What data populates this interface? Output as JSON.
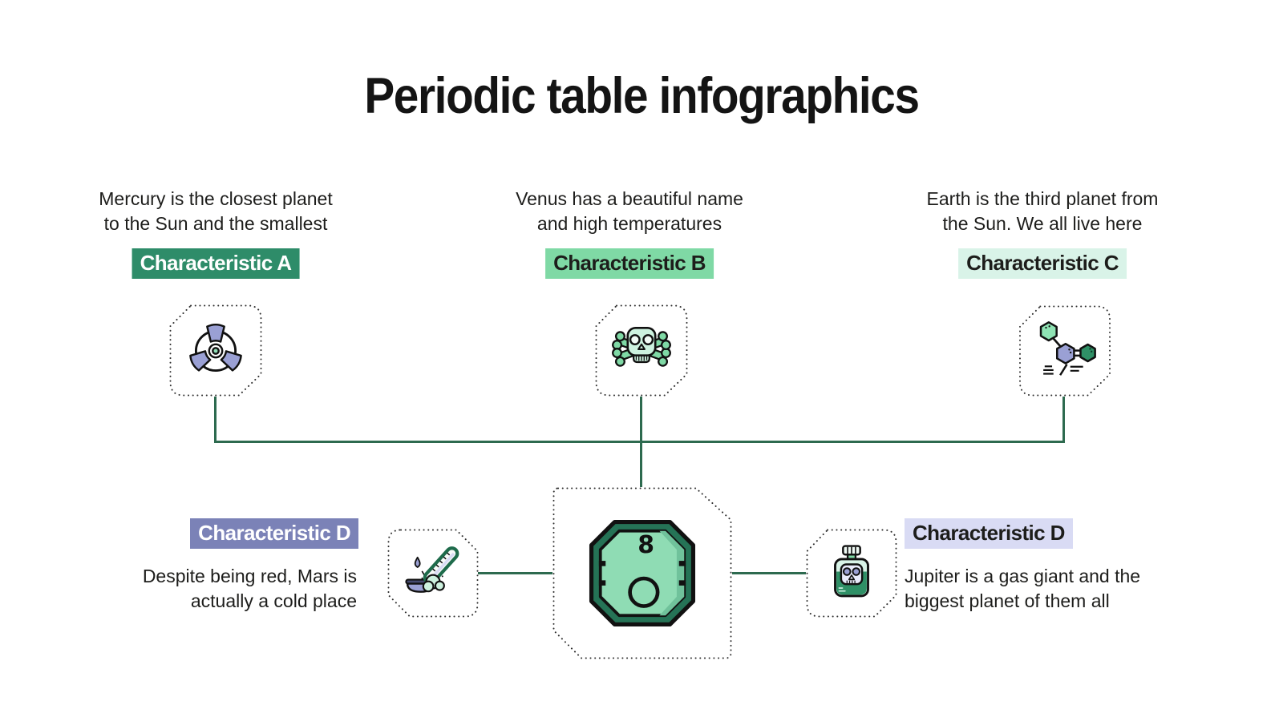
{
  "title": "Periodic table infographics",
  "palette": {
    "label_dark_green": "#2e8c69",
    "label_mid_green": "#7fd9a5",
    "label_light_green": "#d9f3e8",
    "label_purple": "#7b82b7",
    "label_light_purple": "#d9dbf4",
    "connector_green": "#2d6a4f",
    "text_color": "#1d1d1b",
    "icon_purple": "#9aa0d4",
    "icon_mint": "#cdf2df",
    "icon_green": "#7fd9a5",
    "tile_fill": "#8fdcb4"
  },
  "top_items": [
    {
      "line1": "Mercury is the closest planet",
      "line2": "to the Sun and the smallest",
      "label": "Characteristic A",
      "icon": "radiation-icon"
    },
    {
      "line1": "Venus has a beautiful name",
      "line2": "and high temperatures",
      "label": "Characteristic B",
      "icon": "skull-crossbones-icon"
    },
    {
      "line1": "Earth is the third planet from",
      "line2": "the Sun. We all live here",
      "label": "Characteristic C",
      "icon": "molecule-icon"
    }
  ],
  "bottom_left": {
    "label": "Characteristic D",
    "line1": "Despite being red, Mars is",
    "line2": "actually a cold place",
    "icon": "test-tube-icon"
  },
  "bottom_right": {
    "label": "Characteristic D",
    "line1": "Jupiter is a gas giant and the",
    "line2": "biggest planet of them all",
    "icon": "poison-bottle-icon"
  },
  "center_element": {
    "number": "8",
    "icon": "element-tile-icon"
  }
}
